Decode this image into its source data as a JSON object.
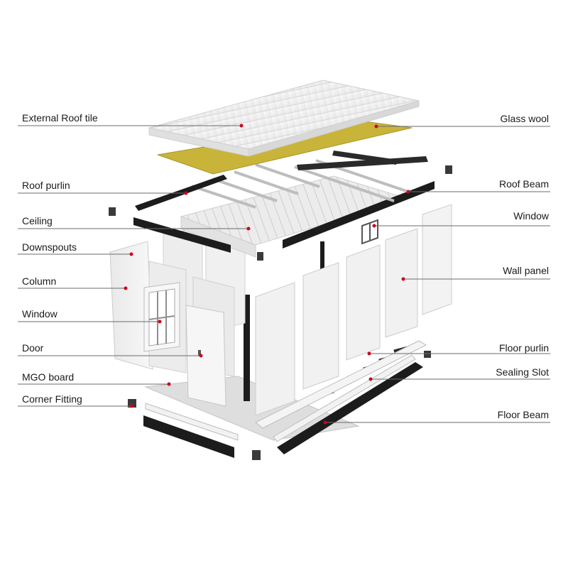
{
  "diagram": {
    "labels_left": [
      {
        "id": "external-roof-tile",
        "text": "External Roof tile"
      },
      {
        "id": "roof-purlin",
        "text": "Roof purlin"
      },
      {
        "id": "ceiling",
        "text": "Ceiling"
      },
      {
        "id": "downspouts",
        "text": "Downspouts"
      },
      {
        "id": "column",
        "text": "Column"
      },
      {
        "id": "window-left",
        "text": "Window"
      },
      {
        "id": "door",
        "text": "Door"
      },
      {
        "id": "mgo-board",
        "text": "MGO board"
      },
      {
        "id": "corner-fitting",
        "text": "Corner Fitting"
      }
    ],
    "labels_right": [
      {
        "id": "glass-wool",
        "text": "Glass wool"
      },
      {
        "id": "roof-beam",
        "text": "Roof Beam"
      },
      {
        "id": "window-right",
        "text": "Window"
      },
      {
        "id": "wall-panel",
        "text": "Wall panel"
      },
      {
        "id": "floor-purlin",
        "text": "Floor purlin"
      },
      {
        "id": "sealing-slot",
        "text": "Sealing Slot"
      },
      {
        "id": "floor-beam",
        "text": "Floor Beam"
      }
    ],
    "colors": {
      "steel": "#1c1c1c",
      "panel": "#f3f3f3",
      "panel_edge": "#cfcfcf",
      "glass_wool": "#c9b43a",
      "leader": "#6b6b6b",
      "pointer_dot": "#d0021b"
    }
  }
}
